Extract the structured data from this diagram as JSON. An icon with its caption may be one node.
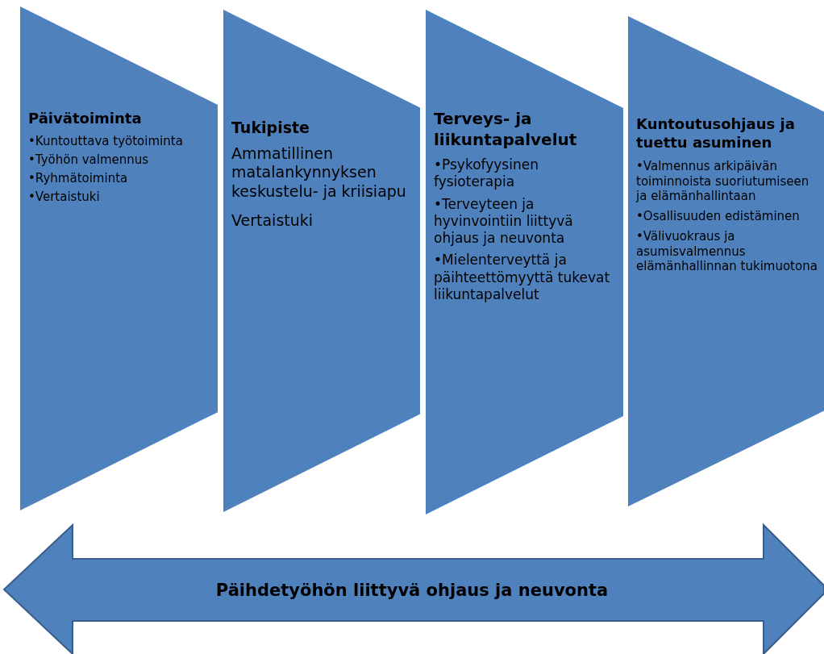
{
  "diagram": {
    "nodes": [
      {
        "text": [
          "Päivätoiminta",
          "•Kuntouttava työtoiminta",
          "•Työhön valmennus",
          "•Ryhmätoiminta",
          "•Vertaistuki"
        ]
      },
      {
        "text": [
          "Tukipiste",
          "Ammatillinen matalankynnyksen keskustelu- ja kriisiapu",
          "Vertaistuki"
        ]
      },
      {
        "text": [
          "Terveys- ja liikuntapalvelut",
          "•Psykofyysinen fysioterapia",
          "•Terveyteen ja hyvinvointiin liittyvä ohjaus ja neuvonta",
          "•Mielenterveyttä ja päihteettömyyttä tukevat liikuntapalvelut"
        ]
      },
      {
        "text": [
          "Kuntoutusohjaus ja tuettu asuminen",
          "•Valmennus arkipäivän toiminnoista suoriutumiseen ja elämänhallintaan",
          "•Osallisuuden edistäminen",
          "•Välivuokraus ja asumisvalmennus elämänhallinnan tukimuotona"
        ]
      },
      {
        "text": [
          "Päihdetyöhön liittyvä ohjaus ja neuvonta"
        ]
      }
    ]
  }
}
